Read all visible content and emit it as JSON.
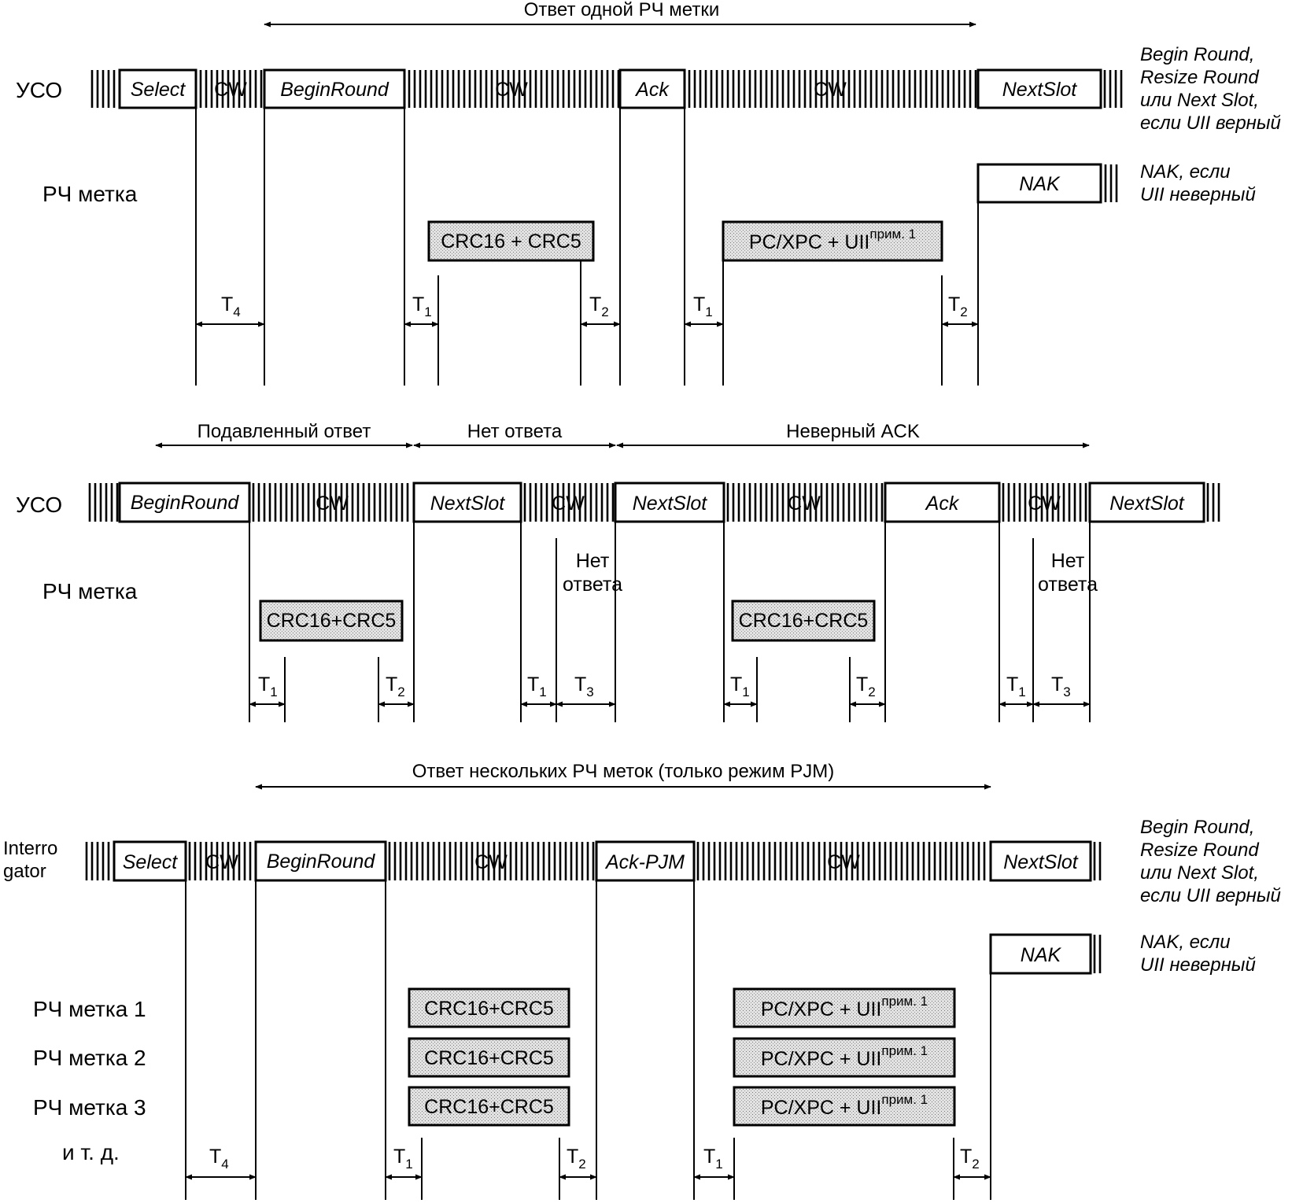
{
  "labels": {
    "interrogator_ru": "УСО",
    "interrogator_en_1": "Interro",
    "interrogator_en_2": "gator",
    "tag": "РЧ метка",
    "tag1": "РЧ метка 1",
    "tag2": "РЧ метка 2",
    "tag3": "РЧ метка 3",
    "etc": "и т. д.",
    "no_response_1": "Нет",
    "no_response_2": "ответа"
  },
  "commands": {
    "select": "Select",
    "cw": "CW",
    "begin_round": "BeginRound",
    "ack": "Ack",
    "next_slot": "NextSlot",
    "nak": "NAK",
    "ack_pjm": "Ack-PJM"
  },
  "responses": {
    "crc_spaced": "CRC16 + CRC5",
    "crc": "CRC16+CRC5",
    "pc_uii": "PC/XPC + UII",
    "note_sup": "прим. 1"
  },
  "notes": {
    "begin_round_lines": [
      "Begin Round,",
      "Resize Round",
      "или Next Slot,",
      "если UII верный"
    ],
    "nak_lines": [
      "NAK, если",
      "UII неверный"
    ]
  },
  "headers": {
    "single_tag": "Ответ одной РЧ метки",
    "suppressed": "Подавленный ответ",
    "no_response": "Нет ответа",
    "invalid_ack": "Неверный ACK",
    "multi_tag": "Ответ нескольких РЧ меток (только режим PJM)"
  },
  "timing": {
    "T": "T",
    "1": "1",
    "2": "2",
    "3": "3",
    "4": "4"
  }
}
